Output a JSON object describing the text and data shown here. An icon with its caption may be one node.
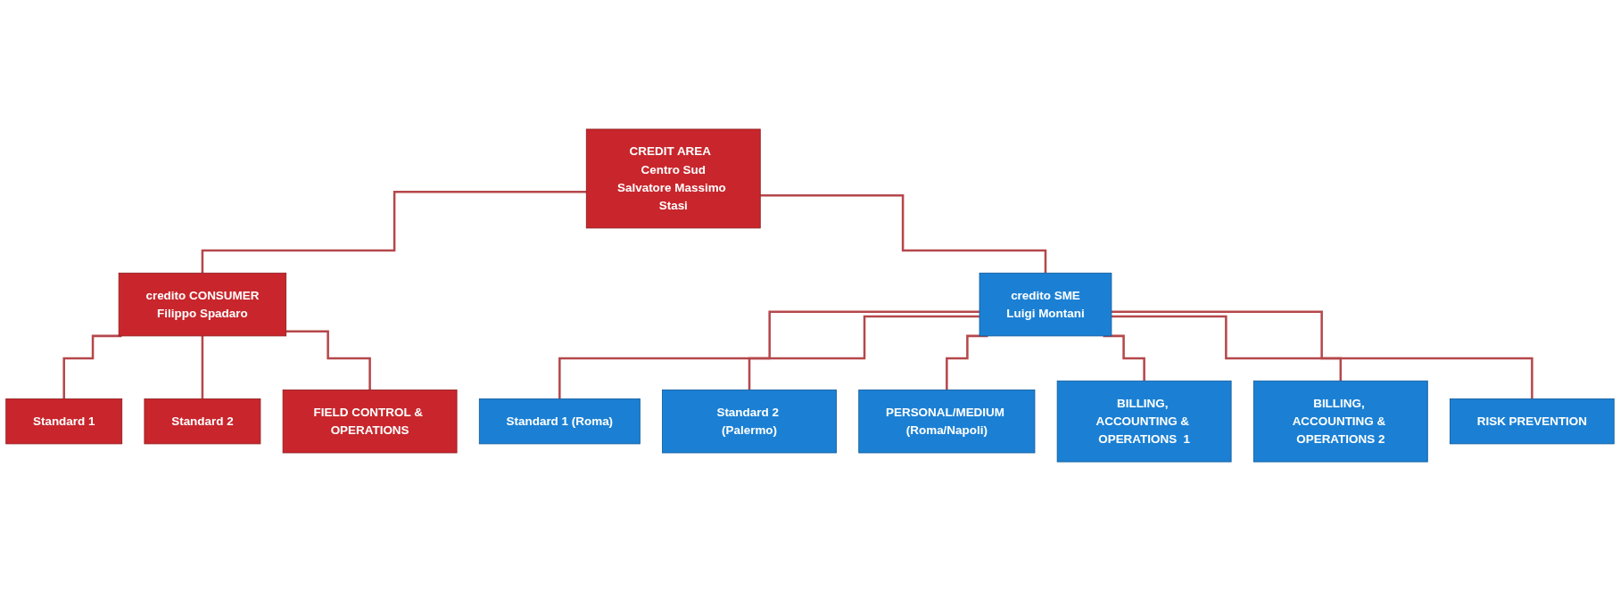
{
  "diagram": {
    "nodes": [
      {
        "text": [
          "CREDIT AREA  Centro Sud",
          "Salvatore Massimo Stasi"
        ]
      },
      {
        "text": [
          "credito CONSUMER",
          "Filippo Spadaro"
        ]
      },
      {
        "text": [
          "credito SME",
          "Luigi Montani"
        ]
      },
      {
        "text": [
          "Standard 1"
        ]
      },
      {
        "text": [
          "Standard 2"
        ]
      },
      {
        "text": [
          "FIELD CONTROL & OPERATIONS"
        ]
      },
      {
        "text": [
          "Standard 1 (Roma)"
        ]
      },
      {
        "text": [
          "Standard 2 (Palermo)"
        ]
      },
      {
        "text": [
          "PERSONAL/MEDIUM (Roma/Napoli)"
        ]
      },
      {
        "text": [
          "BILLING, ACCOUNTING & OPERATIONS  1"
        ]
      },
      {
        "text": [
          "BILLING, ACCOUNTING & OPERATIONS 2"
        ]
      },
      {
        "text": [
          "RISK PREVENTION"
        ]
      }
    ],
    "edges": [
      {
        "from": 0,
        "to": 1,
        "arrow": "none"
      },
      {
        "from": 0,
        "to": 2,
        "arrow": "none"
      },
      {
        "from": 1,
        "to": 3,
        "arrow": "none"
      },
      {
        "from": 1,
        "to": 4,
        "arrow": "none"
      },
      {
        "from": 1,
        "to": 5,
        "arrow": "none"
      },
      {
        "from": 2,
        "to": 6,
        "arrow": "none"
      },
      {
        "from": 2,
        "to": 7,
        "arrow": "none"
      },
      {
        "from": 2,
        "to": 8,
        "arrow": "none"
      },
      {
        "from": 2,
        "to": 9,
        "arrow": "none"
      },
      {
        "from": 2,
        "to": 10,
        "arrow": "none"
      },
      {
        "from": 2,
        "to": 11,
        "arrow": "none"
      }
    ]
  }
}
